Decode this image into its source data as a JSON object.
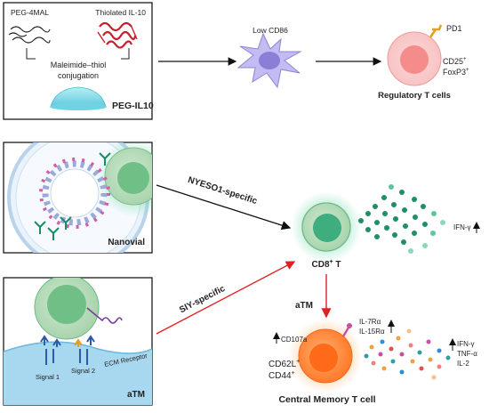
{
  "panel_top": {
    "peg_label": "PEG-4MAL",
    "il10_label": "Thiolated IL-10",
    "conjugation_line1": "Maleimide–thiol",
    "conjugation_line2": "conjugation",
    "product_label": "PEG-IL10"
  },
  "dc_label": "Low CD86",
  "treg": {
    "pd1": "PD1",
    "cd25": "CD25",
    "cd25_sup": "+",
    "foxp3": "FoxP3",
    "foxp3_sup": "+",
    "title": "Regulatory T cells"
  },
  "nanovial_label": "Nanovial",
  "atm_panel": {
    "signal1": "Signal 1",
    "signal2": "Signal 2",
    "ecm": "ECM Receptor",
    "label": "aTM"
  },
  "arrows": {
    "nyeso": "NYESO1-specific",
    "siy": "SIY-specific",
    "atm": "aTM"
  },
  "cd8": {
    "label": "CD8",
    "sup": "+",
    "suffix": " T",
    "ifn": "IFN-γ"
  },
  "memory": {
    "cd107a": "CD107a",
    "il7": "IL-7Rα",
    "il15": "IL-15Rα",
    "cd62l": "CD62L",
    "cd62l_sup": "+",
    "cd44": "CD44",
    "cd44_sup": "+",
    "ifn": "IFN-γ",
    "tnf": "TNF-α",
    "il2": "IL-2",
    "title": "Central Memory T cell"
  },
  "colors": {
    "box_stroke": "#1a1a1a",
    "teal_accent": "#1a8a6a",
    "treg_cell": "#f6b6b6",
    "dc_cell": "#b9b3ec",
    "memory_cell": "#ff8a3d",
    "red_arrow": "#e02020",
    "hydrogel": "#8ee0ec"
  }
}
